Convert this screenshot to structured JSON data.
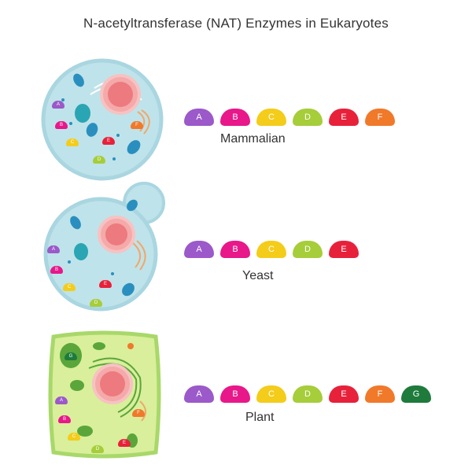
{
  "title": "N-acetyltransferase (NAT) Enzymes in Eukaryotes",
  "organisms": [
    {
      "name": "Mammalian",
      "enzymes": [
        "A",
        "B",
        "C",
        "D",
        "E",
        "F"
      ],
      "cell_enzymes": [
        "A",
        "B",
        "C",
        "D",
        "E",
        "F"
      ]
    },
    {
      "name": "Yeast",
      "enzymes": [
        "A",
        "B",
        "C",
        "D",
        "E"
      ],
      "cell_enzymes": [
        "A",
        "B",
        "C",
        "D",
        "E"
      ]
    },
    {
      "name": "Plant",
      "enzymes": [
        "A",
        "B",
        "C",
        "D",
        "E",
        "F",
        "G"
      ],
      "cell_enzymes": [
        "A",
        "B",
        "C",
        "D",
        "E",
        "F",
        "G"
      ]
    }
  ],
  "colors": {
    "A": "#9b59c9",
    "B": "#e8178a",
    "C": "#f4cc1a",
    "D": "#a6cd3a",
    "E": "#e8213b",
    "F": "#f0792a",
    "G": "#1e7b3c"
  }
}
